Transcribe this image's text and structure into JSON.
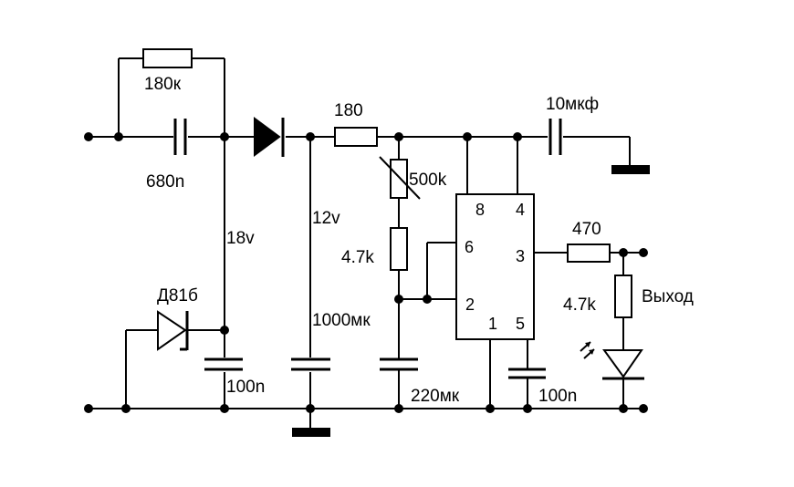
{
  "diagram": {
    "title": "",
    "type": "circuit-schematic",
    "components": {
      "r_feedback": {
        "label": "180к",
        "kind": "resistor"
      },
      "c_input": {
        "label": "680n",
        "kind": "capacitor"
      },
      "d_rect": {
        "label": "",
        "kind": "diode"
      },
      "r_series": {
        "label": "180",
        "kind": "resistor"
      },
      "c_output": {
        "label": "10мкф",
        "kind": "capacitor"
      },
      "r_var": {
        "label": "500k",
        "kind": "variable-resistor"
      },
      "r_timing": {
        "label": "4.7k",
        "kind": "resistor"
      },
      "zener": {
        "label": "Д81б",
        "kind": "zener-diode"
      },
      "c_zener": {
        "label": "100n",
        "kind": "capacitor"
      },
      "c_bulk": {
        "label": "1000мк",
        "kind": "capacitor"
      },
      "c_timing": {
        "label": "220мк",
        "kind": "capacitor"
      },
      "c_ctrl": {
        "label": "100n",
        "kind": "capacitor"
      },
      "r_out": {
        "label": "470",
        "kind": "resistor"
      },
      "r_led": {
        "label": "4.7k",
        "kind": "resistor"
      },
      "led": {
        "label": "",
        "kind": "led"
      }
    },
    "voltages": {
      "v18": "18v",
      "v12": "12v"
    },
    "ic": {
      "pins": {
        "p8": "8",
        "p4": "4",
        "p6": "6",
        "p3": "3",
        "p2": "2",
        "p1": "1",
        "p5": "5"
      }
    },
    "output_label": "Выход"
  }
}
